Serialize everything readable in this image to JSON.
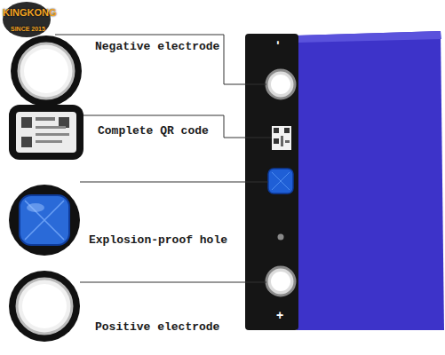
{
  "diagram": {
    "labels": [
      "KINGKONG",
      "SINCE 2015",
      "Negative electrode",
      "Complete QR code",
      "Explosion-proof hole",
      "Positive electrode",
      "-",
      "+"
    ]
  }
}
